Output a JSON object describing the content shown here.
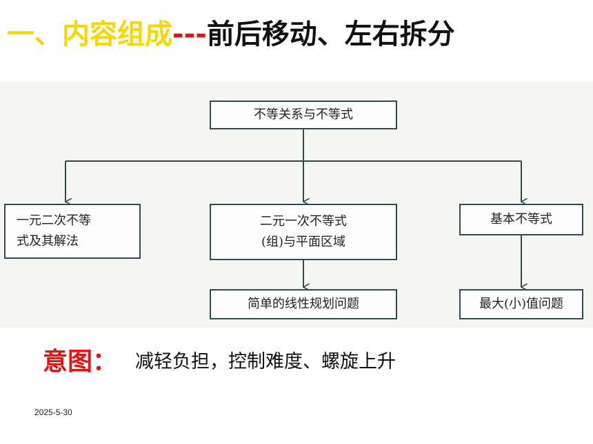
{
  "slide": {
    "title_part1": "一、内容组成",
    "title_part2": "---",
    "title_part3": "前后移动、左右拆分",
    "intent_label": "意图：",
    "intent_text": "减轻负担，控制难度、螺旋上升",
    "date": "2025-5-30"
  },
  "diagram": {
    "root": "不等关系与不等式",
    "quadratic_line1": "一元二次不等",
    "quadratic_line2": "式及其解法",
    "linear_line1": "二元一次不等式",
    "linear_line2": "(组)与平面区域",
    "basic": "基本不等式",
    "programming": "简单的线性规划问题",
    "extremum": "最大(小)值问题"
  },
  "colors": {
    "title_yellow": "#f5d800",
    "accent_red": "#e81010",
    "box_border": "#2f4a48"
  }
}
